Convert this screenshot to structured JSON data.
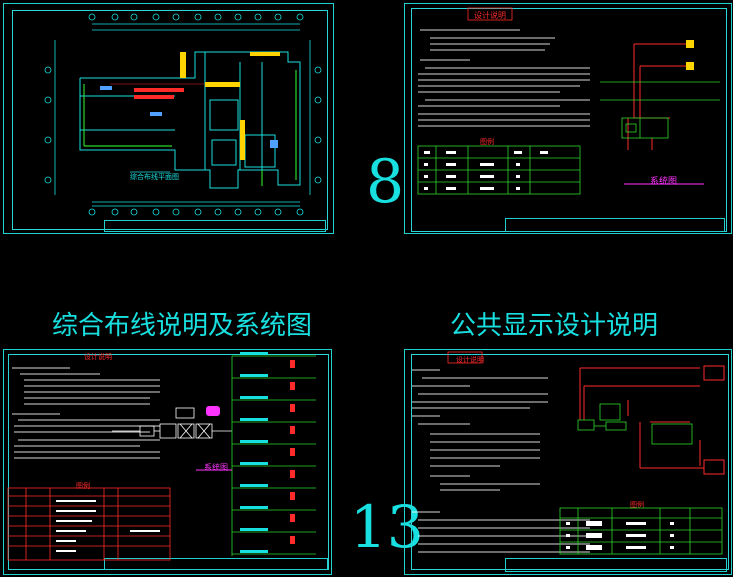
{
  "sheets": {
    "top_left": {
      "plan_title": "综合布线平面图"
    },
    "top_right": {
      "heading": "设计说明",
      "table_title": "图例",
      "system_title": "系统图"
    },
    "bottom_left": {
      "heading": "设计说明",
      "table_title": "图例",
      "system_label": "系统图"
    },
    "bottom_right": {
      "heading": "设计说明",
      "table_title": "图例"
    }
  },
  "labels": {
    "number_top": "8",
    "number_bottom": "13",
    "caption_left": "综合布线说明及系统图",
    "caption_right": "公共显示设计说明"
  },
  "colors": {
    "cyan": "#19e0e0",
    "red": "#ff2a2a",
    "magenta": "#ff34ff",
    "yellow": "#ffd400",
    "white": "#ffffff",
    "background": "#000000"
  }
}
